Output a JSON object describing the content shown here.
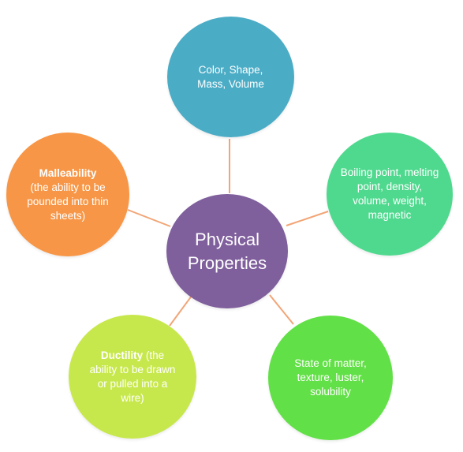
{
  "diagram": {
    "center": {
      "label": "Physical Properties"
    },
    "nodes": [
      {
        "id": "top",
        "label": "Color, Shape, Mass, Volume",
        "color": "#4bacc6"
      },
      {
        "id": "right",
        "label": "Boiling point, melting point, density, volume, weight, magnetic",
        "color": "#4fd98e"
      },
      {
        "id": "bottom-right",
        "label": "State of matter, texture, luster, solubility",
        "color": "#62e047"
      },
      {
        "id": "bottom-left",
        "bold": "Ductility",
        "rest": " (the ability to be drawn or pulled into a wire)",
        "color": "#c7e84c"
      },
      {
        "id": "left",
        "bold": "Malleability",
        "rest": " (the ability to be pounded into thin sheets)",
        "color": "#f79646"
      }
    ],
    "center_color": "#7f5f9c",
    "connector_color": "#f2a576"
  }
}
